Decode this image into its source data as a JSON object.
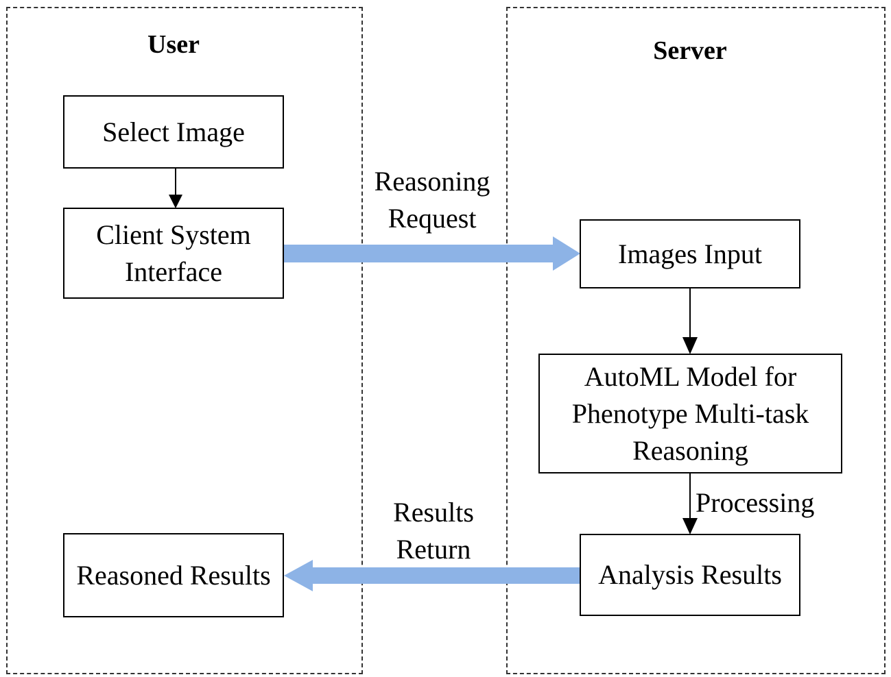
{
  "panels": {
    "user": {
      "title": "User"
    },
    "server": {
      "title": "Server"
    }
  },
  "boxes": {
    "select_image": "Select Image",
    "client_interface": "Client System\nInterface",
    "reasoned_results": "Reasoned Results",
    "images_input": "Images Input",
    "automl_model": "AutoML Model for\nPhenotype Multi-task\nReasoning",
    "analysis_results": "Analysis Results"
  },
  "labels": {
    "reasoning_request": "Reasoning\nRequest",
    "results_return": "Results\nReturn",
    "processing": "Processing"
  },
  "colors": {
    "flow_arrow": "#8db3e6",
    "border": "#000000",
    "panel_border": "#333333"
  }
}
